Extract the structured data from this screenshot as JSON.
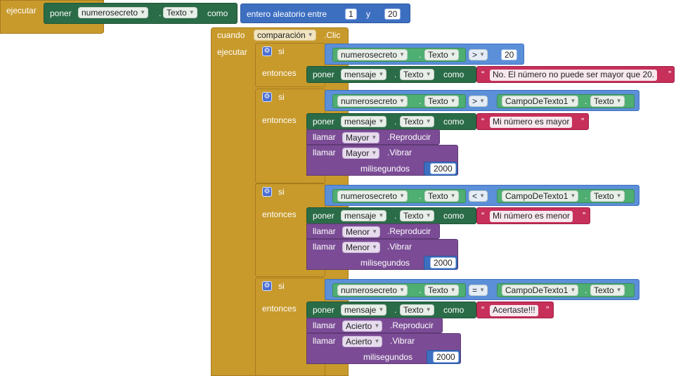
{
  "colors": {
    "event": "#c89a2c",
    "setter": "#2a6c47",
    "math": "#3d6fc1",
    "logic": "#5b8fd8",
    "component": "#4fae72",
    "method": "#7b4c95",
    "text": "#c6305a"
  },
  "init_block": {
    "do_label": "ejecutar",
    "set_label": "poner",
    "component": "numerosecreto",
    "property": "Texto",
    "to_label": "como",
    "random_label": "entero aleatorio entre",
    "from": "1",
    "and_label": "y",
    "to": "20"
  },
  "event": {
    "when_label": "cuando",
    "component": "comparación",
    "event_name": ".Clic",
    "do_label": "ejecutar"
  },
  "if_blocks": [
    {
      "if_label": "si",
      "then_label": "entonces",
      "left_component": "numerosecreto",
      "left_property": "Texto",
      "operator": ">",
      "right_number": "20",
      "set_label": "poner",
      "set_component": "mensaje",
      "set_property": "Texto",
      "to_label": "como",
      "message": "No. El número no puede ser mayor que 20."
    },
    {
      "if_label": "si",
      "then_label": "entonces",
      "left_component": "numerosecreto",
      "left_property": "Texto",
      "operator": ">",
      "right_component": "CampoDeTexto1",
      "right_property": "Texto",
      "set_label": "poner",
      "set_component": "mensaje",
      "set_property": "Texto",
      "to_label": "como",
      "message": "Mi número es mayor",
      "call_label": "llamar",
      "sound": "Mayor",
      "play_label": ".Reproducir",
      "vibrate_label": ".Vibrar",
      "ms_label": "milisegundos",
      "ms": "2000"
    },
    {
      "if_label": "si",
      "then_label": "entonces",
      "left_component": "numerosecreto",
      "left_property": "Texto",
      "operator": "<",
      "right_component": "CampoDeTexto1",
      "right_property": "Texto",
      "set_label": "poner",
      "set_component": "mensaje",
      "set_property": "Texto",
      "to_label": "como",
      "message": "Mi número es menor",
      "call_label": "llamar",
      "sound": "Menor",
      "play_label": ".Reproducir",
      "vibrate_label": ".Vibrar",
      "ms_label": "milisegundos",
      "ms": "2000"
    },
    {
      "if_label": "si",
      "then_label": "entonces",
      "left_component": "numerosecreto",
      "left_property": "Texto",
      "operator": "=",
      "right_component": "CampoDeTexto1",
      "right_property": "Texto",
      "set_label": "poner",
      "set_component": "mensaje",
      "set_property": "Texto",
      "to_label": "como",
      "message": "Acertaste!!!",
      "call_label": "llamar",
      "sound": "Acierto",
      "play_label": ".Reproducir",
      "vibrate_label": ".Vibrar",
      "ms_label": "milisegundos",
      "ms": "2000"
    }
  ],
  "icons": {
    "gear": "gear-icon",
    "dropdown": "chevron-down-icon"
  }
}
